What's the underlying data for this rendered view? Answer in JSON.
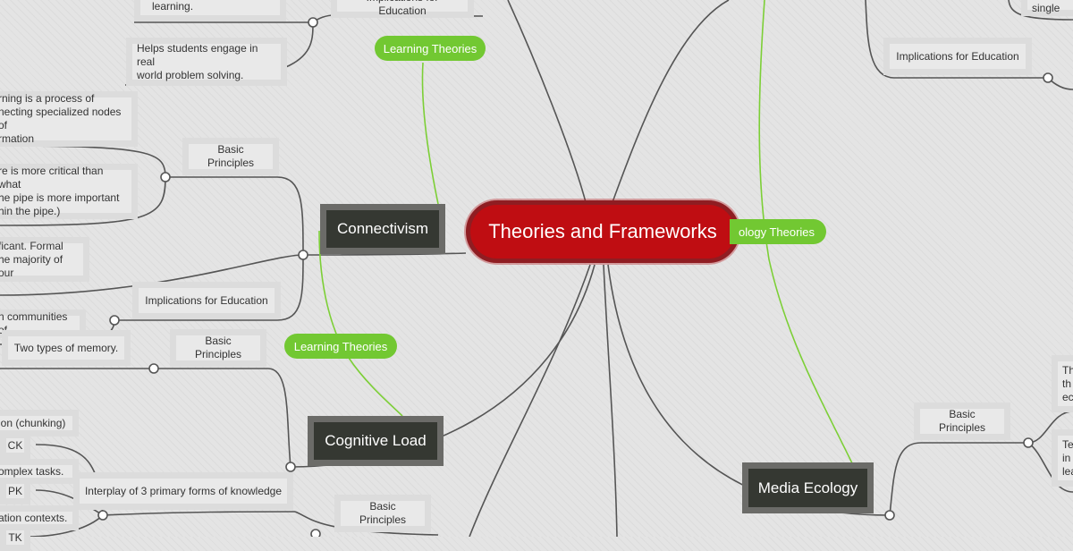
{
  "root": {
    "title": "Theories and Frameworks"
  },
  "branches": {
    "connectivism": {
      "title": "Connectivism",
      "tag": "Learning Theories",
      "basic_principles": {
        "label": "Basic Principles",
        "items": [
          "rning is a process of\nnecting specialized nodes of\nrmation",
          "re is more critical than what\nhe pipe is more important\nhin the pipe.)"
        ]
      },
      "implications": {
        "label": "Implications for Education",
        "items": [
          "ficant. Formal\nhe majority of our",
          "n communities of"
        ]
      }
    },
    "top_left": {
      "tag": "Learning Theories",
      "implications_label": "Implications for Education",
      "items": [
        "learning.",
        "Helps students engage in real\nworld problem solving."
      ]
    },
    "cognitive_load": {
      "title": "Cognitive Load",
      "tag": "Learning Theories",
      "basic_principles": {
        "label": "Basic Principles",
        "items": [
          "Two types of memory."
        ]
      },
      "fragments": [
        "ion (chunking)",
        "omplex tasks.",
        "ation contexts."
      ]
    },
    "tpack": {
      "interplay_label": "Interplay of 3 primary forms of knowledge",
      "knowledge_forms": [
        "CK",
        "PK",
        "TK"
      ],
      "basic_principles_label": "Basic Principles"
    },
    "media_ecology": {
      "title": "Media Ecology",
      "tag": "ology Theories",
      "basic_principles_label": "Basic Principles",
      "fragments": [
        "Th\nth\nec",
        "Te\nin\nlea"
      ]
    },
    "top_right": {
      "implications_label": "Implications for Education",
      "fragment": "Not single"
    }
  }
}
